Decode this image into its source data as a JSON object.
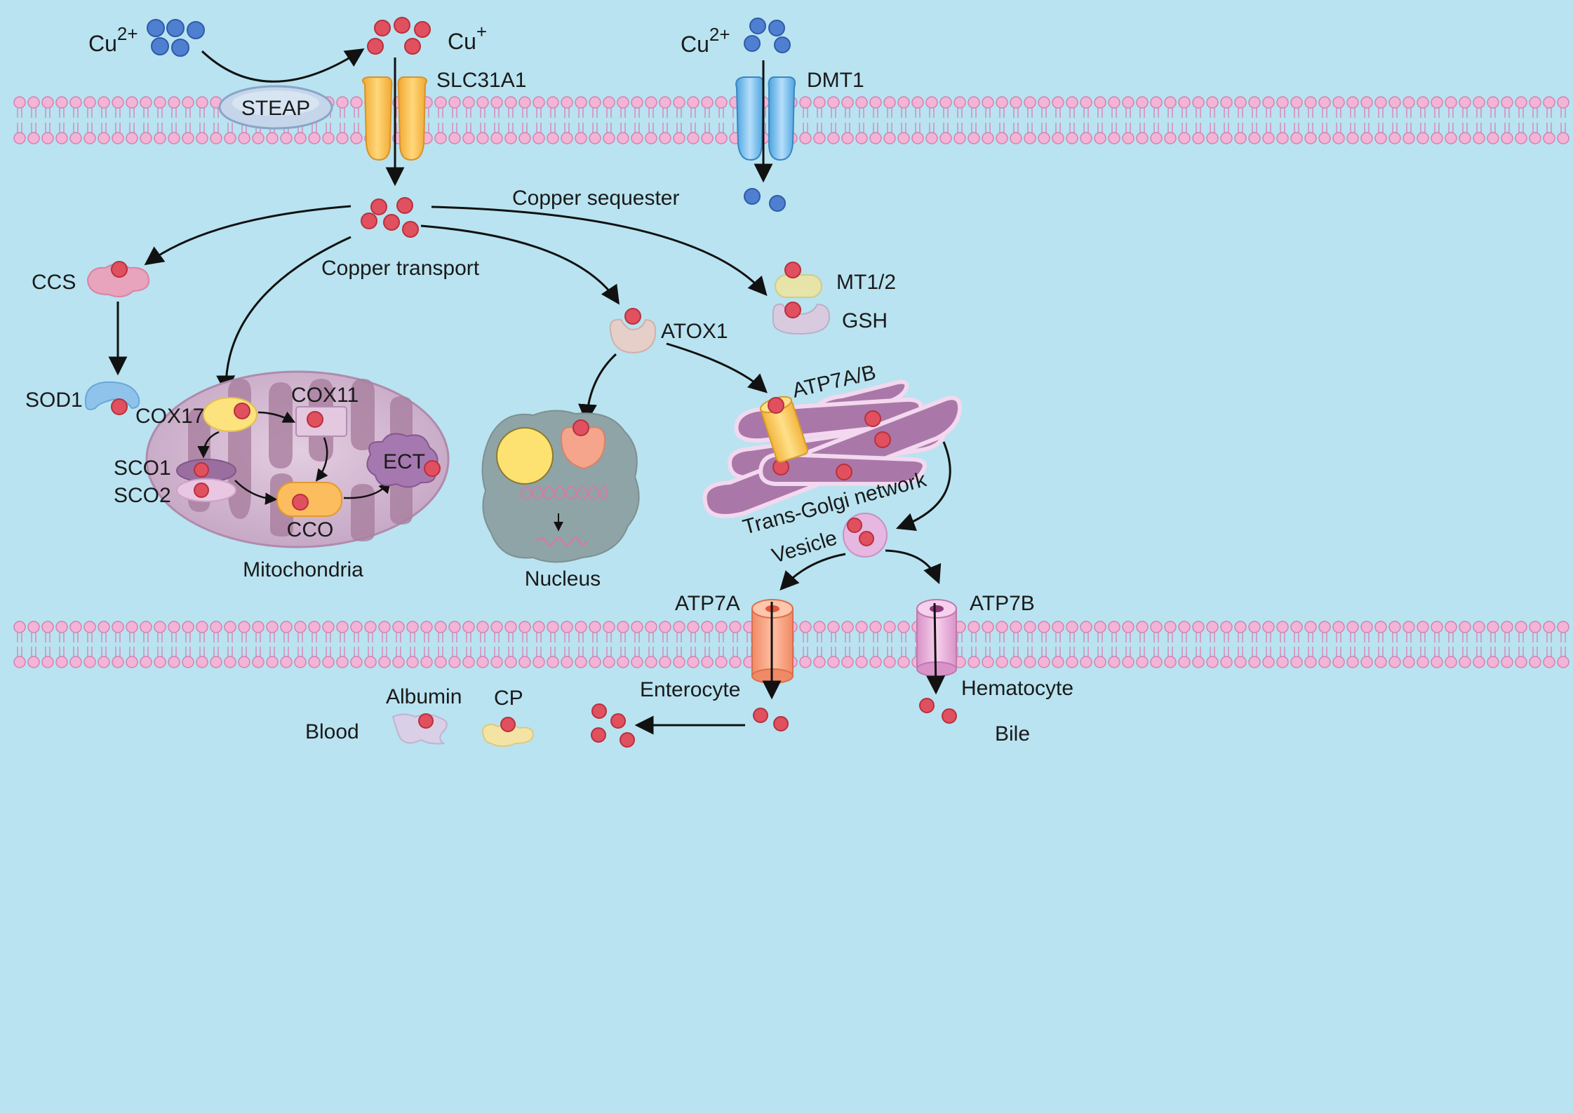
{
  "labels": {
    "cu2_left": "Cu",
    "cu2_left_sup": "2+",
    "cu1": "Cu",
    "cu1_sup": "+",
    "cu2_right": "Cu",
    "cu2_right_sup": "2+",
    "steap": "STEAP",
    "slc31a1": "SLC31A1",
    "dmt1": "DMT1",
    "copper_sequester": "Copper sequester",
    "copper_transport": "Copper transport",
    "ccs": "CCS",
    "mt12": "MT1/2",
    "gsh": "GSH",
    "atox1": "ATOX1",
    "sod1": "SOD1",
    "cox17": "COX17",
    "cox11": "COX11",
    "sco1": "SCO1",
    "sco2": "SCO2",
    "ect": "ECT",
    "cco": "CCO",
    "mitochondria": "Mitochondria",
    "nucleus": "Nucleus",
    "atp7ab": "ATP7A/B",
    "trans_golgi": "Trans-Golgi network",
    "vesicle": "Vesicle",
    "atp7a": "ATP7A",
    "atp7b": "ATP7B",
    "enterocyte": "Enterocyte",
    "hematocyte": "Hematocyte",
    "albumin": "Albumin",
    "cp": "CP",
    "blood": "Blood",
    "bile": "Bile"
  },
  "colors": {
    "background": "#b9e3f0",
    "cu1_ion": "#e0505e",
    "cu2_ion": "#4f7fd0",
    "membrane_head": "#f3b4d6",
    "slc31a1": "#f7c15a",
    "dmt1": "#7cc1ee",
    "mitochondria": "#c9a8c6",
    "golgi": "#a978a8",
    "nucleus": "#8fa4a6"
  }
}
